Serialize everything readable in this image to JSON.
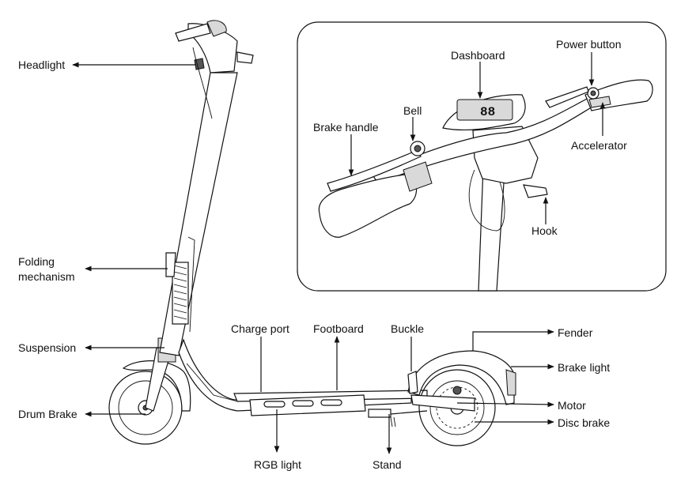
{
  "labels": {
    "headlight": "Headlight",
    "folding_line1": "Folding",
    "folding_line2": "mechanism",
    "suspension": "Suspension",
    "drum_brake": "Drum Brake",
    "charge_port": "Charge port",
    "footboard": "Footboard",
    "buckle": "Buckle",
    "fender": "Fender",
    "brake_light": "Brake light",
    "motor": "Motor",
    "disc_brake": "Disc brake",
    "rgb_light": "RGB light",
    "stand": "Stand",
    "dashboard": "Dashboard",
    "power_button": "Power button",
    "bell": "Bell",
    "brake_handle": "Brake handle",
    "accelerator": "Accelerator",
    "hook": "Hook"
  },
  "dashboard_display": {
    "speed_digits": "88"
  }
}
